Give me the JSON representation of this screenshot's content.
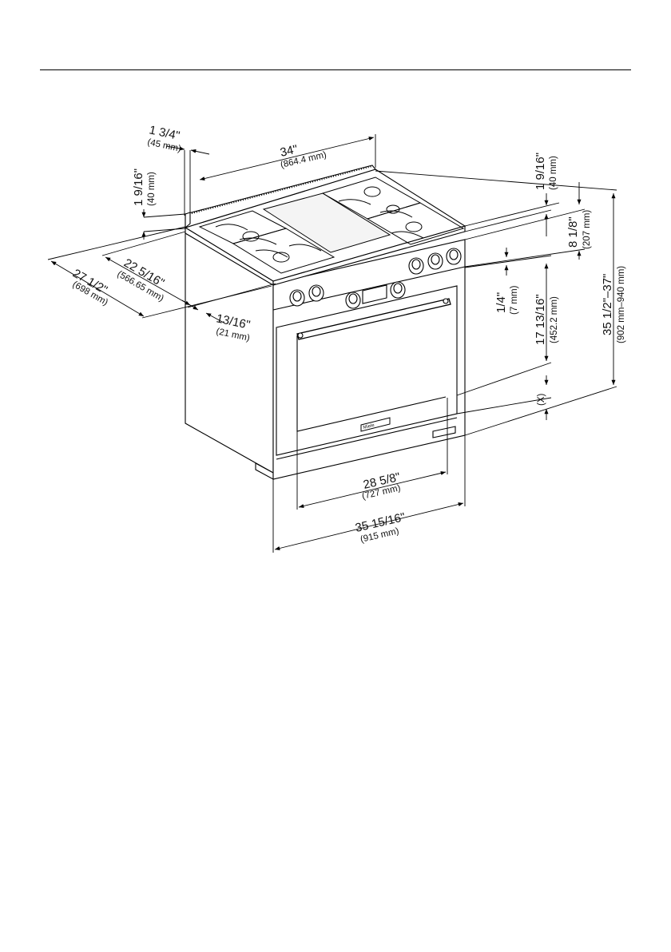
{
  "dimensions": {
    "backguard_depth": {
      "inch": "1 3/4\"",
      "mm": "(45 mm)"
    },
    "width_top": {
      "inch": "34\"",
      "mm": "(864.4 mm)"
    },
    "backguard_height_left": {
      "inch": "1 9/16\"",
      "mm": "(40 mm)"
    },
    "backguard_height_right": {
      "inch": "1 9/16\"",
      "mm": "(40 mm)"
    },
    "cooktop_depth": {
      "inch": "22 5/16\"",
      "mm": "(566.65 mm)"
    },
    "overall_depth": {
      "inch": "27 1/2\"",
      "mm": "(698 mm)"
    },
    "front_offset": {
      "inch": "13/16\"",
      "mm": "(21 mm)"
    },
    "control_panel_height": {
      "inch": "8 1/8\"",
      "mm": "(207 mm)"
    },
    "gap": {
      "inch": "1/4\"",
      "mm": "(7 mm)"
    },
    "oven_cavity_height": {
      "inch": "17 13/16\"",
      "mm": "(452.2 mm)"
    },
    "overall_height": {
      "inch": "35 1/2\"–37\"",
      "mm": "(902 mm–940 mm)"
    },
    "leg_adjust": {
      "label": "(X)"
    },
    "oven_width": {
      "inch": "28 5/8\"",
      "mm": "(727 mm)"
    },
    "overall_width": {
      "inch": "35 15/16\"",
      "mm": "(915 mm)"
    }
  },
  "brand_badge": "Miele"
}
